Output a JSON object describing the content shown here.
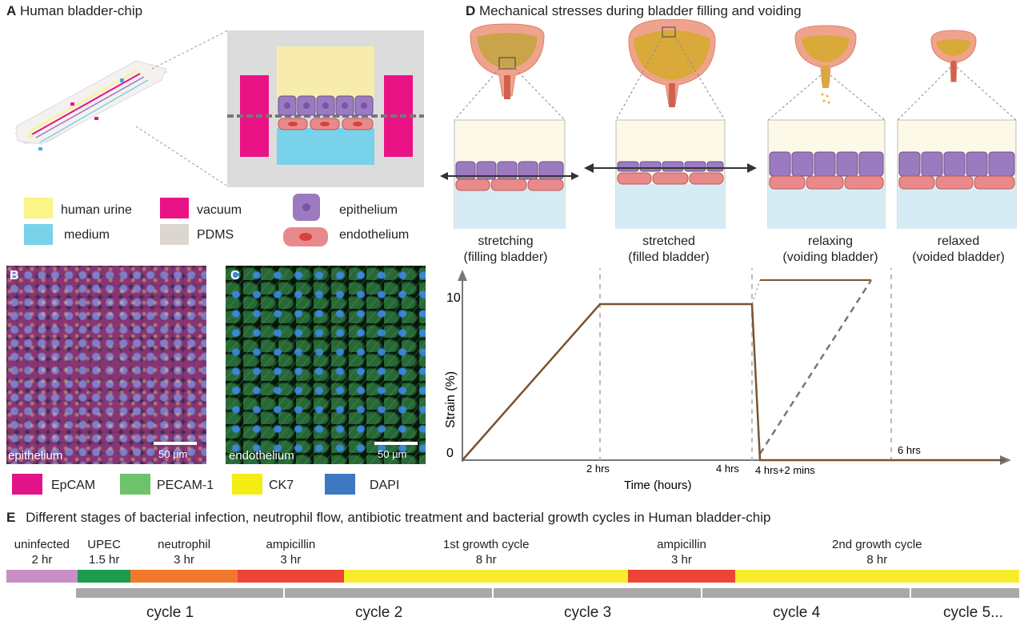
{
  "panelA": {
    "letter": "A",
    "title": "Human bladder-chip",
    "legend": [
      {
        "label": "human urine",
        "color": "#fbf486"
      },
      {
        "label": "vacuum",
        "color": "#ea1385"
      },
      {
        "label": "epithelium",
        "color": "#9b7ac0"
      },
      {
        "label": "medium",
        "color": "#77d2ea"
      },
      {
        "label": "PDMS",
        "color": "#dcd6d0"
      },
      {
        "label": "endothelium",
        "color": "#e98a8a"
      }
    ]
  },
  "panelB": {
    "letter": "B",
    "label": "epithelium",
    "scale": "50 µm"
  },
  "panelC": {
    "letter": "C",
    "label": "endothelium",
    "scale": "50 µm"
  },
  "stains": [
    {
      "label": "EpCAM",
      "color": "#e3148a"
    },
    {
      "label": "PECAM-1",
      "color": "#6cc36a"
    },
    {
      "label": "CK7",
      "color": "#f5ec13"
    },
    {
      "label": "DAPI",
      "color": "#3e78c0"
    }
  ],
  "panelD": {
    "letter": "D",
    "title": "Mechanical stresses during bladder filling and voiding",
    "stages": [
      {
        "line1": "stretching",
        "line2": "(filling bladder)"
      },
      {
        "line1": "stretched",
        "line2": "(filled bladder)"
      },
      {
        "line1": "relaxing",
        "line2": "(voiding bladder)"
      },
      {
        "line1": "relaxed",
        "line2": "(voided bladder)"
      }
    ]
  },
  "chart_data": {
    "type": "line",
    "xlabel": "Time (hours)",
    "ylabel": "Strain (%)",
    "y_ticks": [
      "10",
      "0"
    ],
    "x_tick_labels": [
      "2 hrs",
      "4 hrs",
      "4 hrs+2 mins",
      "6 hrs"
    ],
    "series": [
      {
        "x": [
          0,
          2,
          4,
          4.033,
          6.5
        ],
        "y": [
          0,
          10,
          10,
          0,
          0
        ],
        "color": "#7a5230"
      }
    ]
  },
  "panelE": {
    "letter": "E",
    "title": "Different stages of bacterial infection, neutrophil flow, antibiotic treatment and bacterial growth cycles in Human bladder-chip",
    "segments": [
      {
        "name": "uninfected",
        "duration": "2 hr",
        "hours": 2,
        "color": "#c88ec6"
      },
      {
        "name": "UPEC",
        "duration": "1.5 hr",
        "hours": 1.5,
        "color": "#1e9a4c"
      },
      {
        "name": "neutrophil",
        "duration": "3 hr",
        "hours": 3,
        "color": "#f1792d"
      },
      {
        "name": "ampicillin",
        "duration": "3 hr",
        "hours": 3,
        "color": "#ec4537"
      },
      {
        "name": "1st growth cycle",
        "duration": "8 hr",
        "hours": 8,
        "color": "#f9ec2c"
      },
      {
        "name": "ampicillin",
        "duration": "3 hr",
        "hours": 3,
        "color": "#ec4537"
      },
      {
        "name": "2nd growth cycle",
        "duration": "8 hr",
        "hours": 8,
        "color": "#f9ec2c"
      }
    ],
    "cycles": [
      "cycle 1",
      "cycle 2",
      "cycle 3",
      "cycle 4",
      "cycle 5..."
    ]
  }
}
